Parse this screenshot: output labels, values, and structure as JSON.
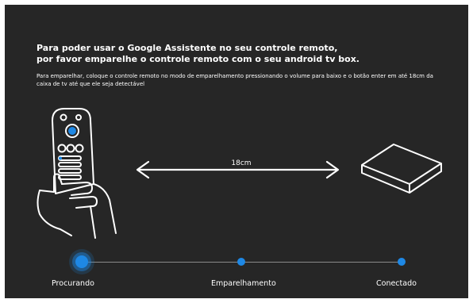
{
  "dialog": {
    "title_line1": "Para poder usar o Google Assistente no seu controle remoto,",
    "title_line2": "por favor emparelhe o controle remoto com o seu android tv box.",
    "description": "Para emparelhar, coloque o controle remoto no modo de emparelhamento pressionando o volume para baixo e o botão enter em até 18cm da caixa de tv até que ele seja detectável"
  },
  "illustration": {
    "distance_label": "18cm",
    "remote_icon": "remote-in-hand-icon",
    "box_icon": "tv-box-icon"
  },
  "progress": {
    "steps": [
      {
        "label": "Procurando",
        "state": "active"
      },
      {
        "label": "Emparelhamento",
        "state": "pending"
      },
      {
        "label": "Conectado",
        "state": "pending"
      }
    ]
  },
  "colors": {
    "background": "#262626",
    "accent": "#1e88e5",
    "text": "#ffffff"
  }
}
